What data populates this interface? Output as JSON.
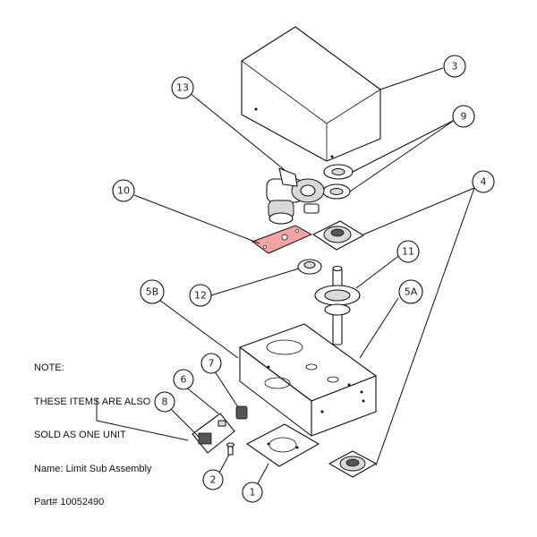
{
  "note": {
    "line1": "NOTE:",
    "line2": "THESE ITEMS ARE ALSO",
    "line3": "SOLD AS ONE UNIT",
    "line4": "Name: Limit Sub Assembly",
    "line5": "Part# 10052490"
  },
  "callouts": {
    "c1": "1",
    "c2": "2",
    "c3": "3",
    "c4": "4",
    "c5a": "5A",
    "c5b": "5B",
    "c6": "6",
    "c7": "7",
    "c8": "8",
    "c9": "9",
    "c10": "10",
    "c11": "11",
    "c12": "12",
    "c13": "13"
  },
  "colors": {
    "highlight_part": "#f2a3a3",
    "line": "#111111"
  }
}
